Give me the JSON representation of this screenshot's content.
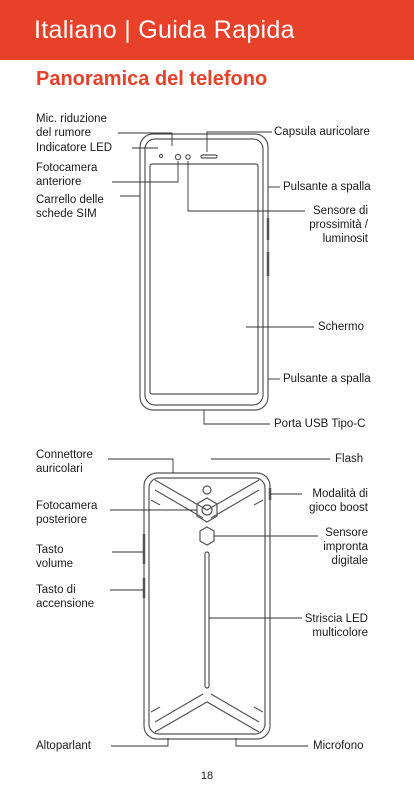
{
  "header": {
    "title": "Italiano | Guida Rapida",
    "section_title": "Panoramica del telefono",
    "accent_color": "#e8412a"
  },
  "front": {
    "mic_label_1": "Mic. riduzione",
    "mic_label_2": "del rumore",
    "led_label": "Indicatore LED",
    "front_cam_1": "Fotocamera",
    "front_cam_2": "anteriore",
    "sim_1": "Carrello delle",
    "sim_2": "schede SIM",
    "earpiece": "Capsula auricolare",
    "shoulder_top": "Pulsante a spalla",
    "proximity_1": "Sensore di",
    "proximity_2": "prossimità /",
    "proximity_3": "luminosit",
    "screen": "Schermo",
    "shoulder_bottom": "Pulsante a spalla",
    "usb": "Porta USB Tipo-C"
  },
  "back": {
    "headphone_1": "Connettore",
    "headphone_2": "auricolari",
    "flash": "Flash",
    "rear_cam_1": "Fotocamera",
    "rear_cam_2": "posteriore",
    "boost_1": "Modalità di",
    "boost_2": "gioco boost",
    "fingerprint_1": "Sensore",
    "fingerprint_2": "impronta",
    "fingerprint_3": "digitale",
    "volume_1": "Tasto",
    "volume_2": "volume",
    "power_1": "Tasto di",
    "power_2": "accensione",
    "led_strip_1": "Striscia LED",
    "led_strip_2": "multicolore",
    "speaker": "Altoparlant",
    "microphone": "Microfono"
  },
  "footer": {
    "page_number": "18"
  }
}
